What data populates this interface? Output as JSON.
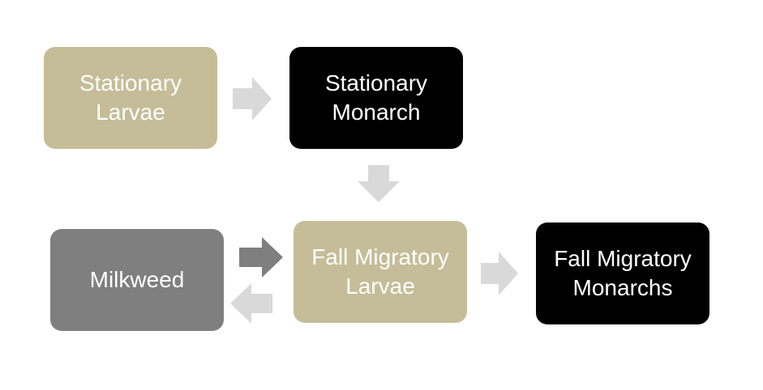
{
  "nodes": {
    "stationary_larvae": {
      "label": "Stationary\nLarvae",
      "color": "#c5bd98"
    },
    "stationary_monarch": {
      "label": "Stationary\nMonarch",
      "color": "#000000"
    },
    "milkweed": {
      "label": "Milkweed",
      "color": "#7f7f7f"
    },
    "fall_migratory_larvae": {
      "label": "Fall Migratory\nLarvae",
      "color": "#c5bd98"
    },
    "fall_migratory_monarchs": {
      "label": "Fall Migratory\nMonarchs",
      "color": "#000000"
    }
  },
  "edges": [
    {
      "from": "stationary_larvae",
      "to": "stationary_monarch",
      "icon": "arrow-right",
      "color": "#d9d9d9"
    },
    {
      "from": "stationary_monarch",
      "to": "fall_migratory_larvae",
      "icon": "arrow-down",
      "color": "#d9d9d9"
    },
    {
      "from": "milkweed",
      "to": "fall_migratory_larvae",
      "icon": "arrow-right",
      "color": "#7f7f7f"
    },
    {
      "from": "fall_migratory_larvae",
      "to": "milkweed",
      "icon": "arrow-left",
      "color": "#d9d9d9"
    },
    {
      "from": "fall_migratory_larvae",
      "to": "fall_migratory_monarchs",
      "icon": "arrow-right",
      "color": "#d9d9d9"
    }
  ]
}
